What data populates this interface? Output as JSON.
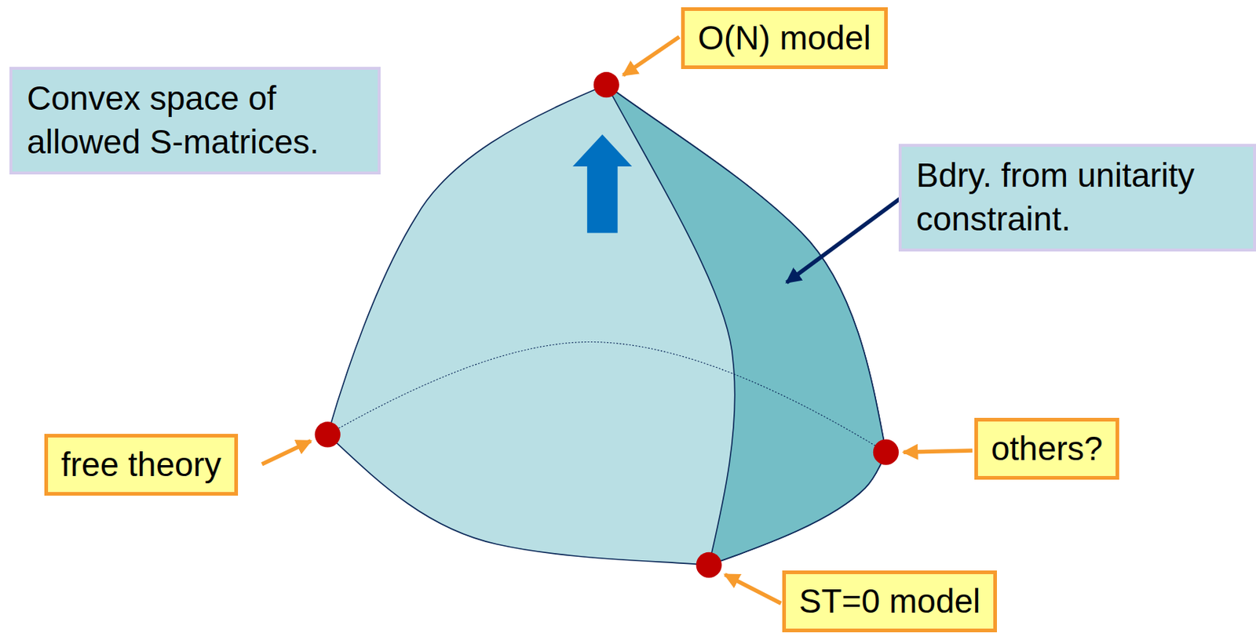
{
  "diagram": {
    "nodes": [
      {
        "text": [
          "Convex space of allowed S-matrices."
        ]
      },
      {
        "text": [
          "O(N) model"
        ]
      },
      {
        "text": [
          "Bdry. from unitarity constraint."
        ]
      },
      {
        "text": [
          "free theory"
        ]
      },
      {
        "text": [
          "others?"
        ]
      },
      {
        "text": [
          "ST=0 model"
        ]
      }
    ]
  }
}
